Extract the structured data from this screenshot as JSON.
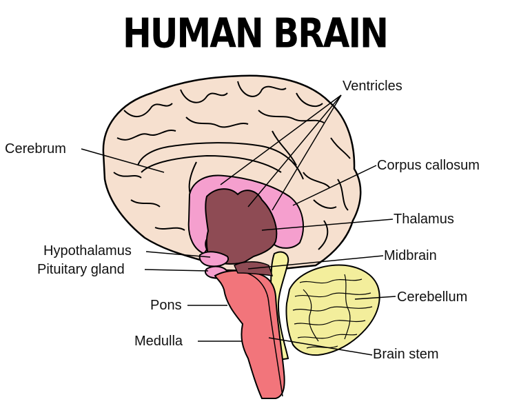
{
  "title": "HUMAN BRAIN",
  "labels": {
    "ventricles": "Ventricles",
    "cerebrum": "Cerebrum",
    "corpus_callosum": "Corpus callosum",
    "thalamus": "Thalamus",
    "hypothalamus": "Hypothalamus",
    "pituitary_gland": "Pituitary gland",
    "midbrain": "Midbrain",
    "pons": "Pons",
    "cerebellum": "Cerebellum",
    "medulla": "Medulla",
    "brain_stem": "Brain stem"
  },
  "colors": {
    "cerebrum": "#f6e0cf",
    "corpus_callosum": "#f59fce",
    "thalamus": "#8e4b54",
    "brain_stem": "#f2757b",
    "cerebellum": "#f3ee9c",
    "midbrain": "#f7f2a0"
  }
}
